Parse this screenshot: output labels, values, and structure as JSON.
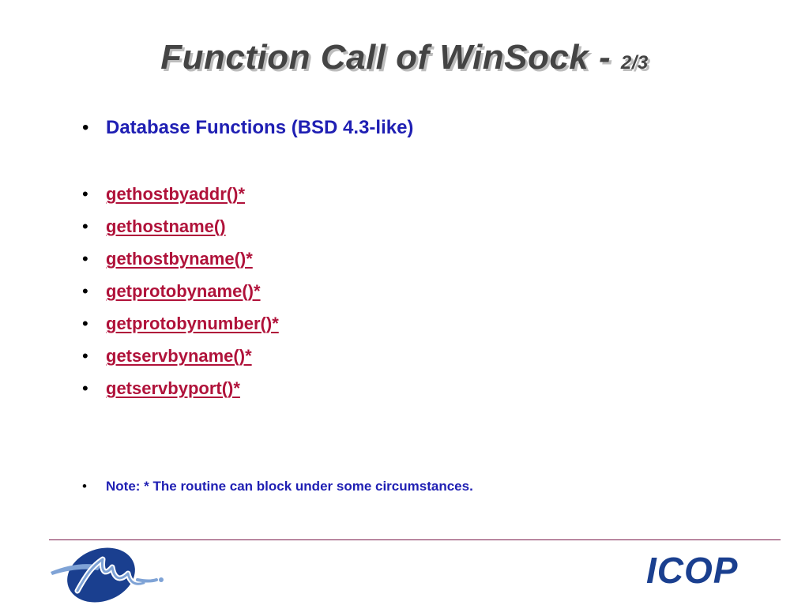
{
  "slide": {
    "title_main": "Function Call of WinSock - ",
    "title_sub": "2/3",
    "heading": "Database Functions (BSD 4.3-like)",
    "functions": [
      "gethostbyaddr()*",
      "gethostname()",
      "gethostbyname()*",
      "getprotobyname()*",
      "getprotobynumber()*",
      "getservbyname()*",
      "getservbyport()*"
    ],
    "note": "Note: *  The routine can block under some circumstances.",
    "bullet": "•"
  },
  "logos": {
    "right_text": "ICOP",
    "left_icon": "stylized-m-globe-logo",
    "brand_blue": "#1a3f8f",
    "brand_light_blue": "#7fa3d6"
  },
  "colors": {
    "heading": "#1f1fb3",
    "function_link": "#b0123a",
    "rule": "#7a1a4a"
  }
}
